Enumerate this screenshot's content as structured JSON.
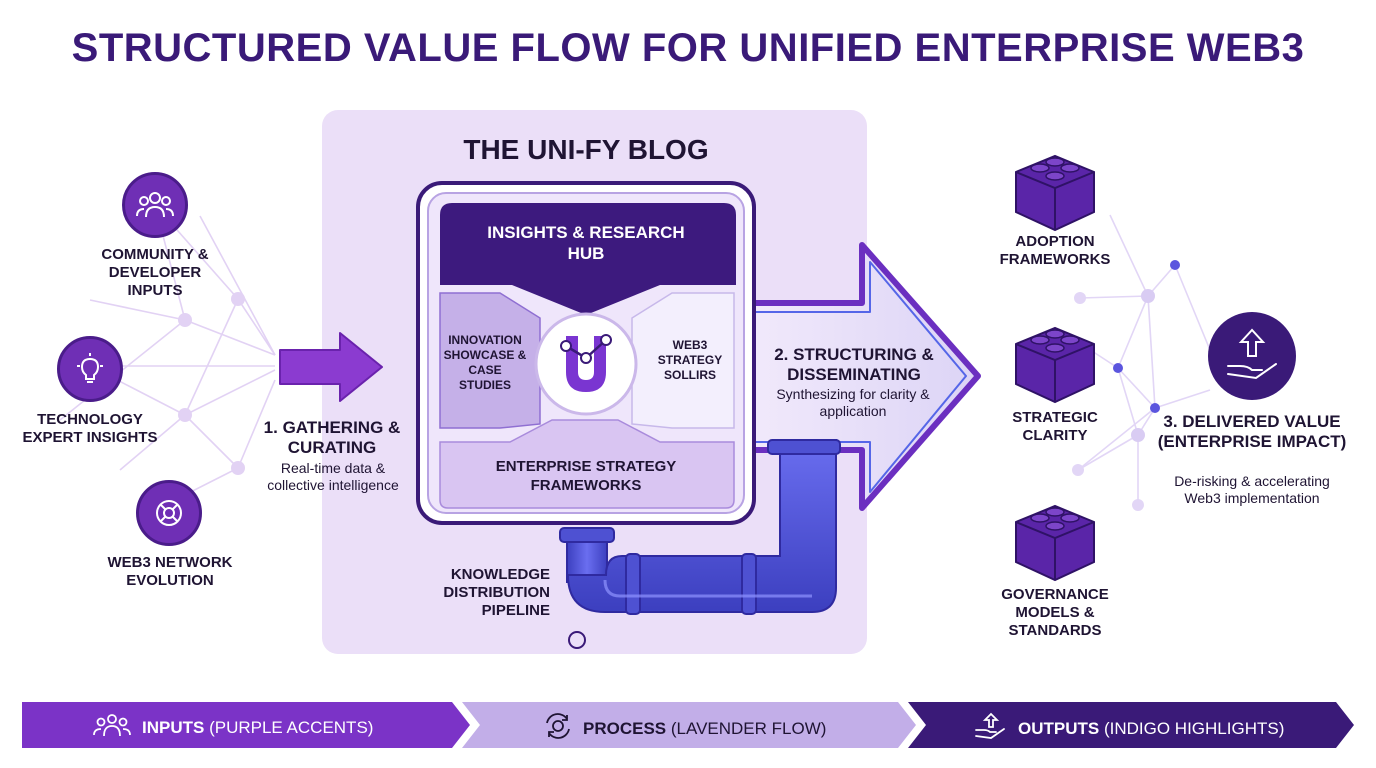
{
  "title": "STRUCTURED VALUE FLOW FOR UNIFIED ENTERPRISE WEB3",
  "inputs": [
    {
      "label": "COMMUNITY & DEVELOPER INPUTS",
      "icon": "people-icon"
    },
    {
      "label": "TECHNOLOGY EXPERT INSIGHTS",
      "icon": "lightbulb-icon"
    },
    {
      "label": "WEB3 NETWORK EVOLUTION",
      "icon": "network-icon"
    }
  ],
  "gathering": {
    "label": "1. GATHERING & CURATING",
    "sub": "Real-time data & collective intelligence"
  },
  "blog": {
    "title": "THE UNI-FY BLOG",
    "hub": "INSIGHTS & RESEARCH HUB",
    "left_tile": "INNOVATION SHOWCASE & CASE STUDIES",
    "right_tile": "WEB3 STRATEGY SOLLIRS",
    "bottom_tile": "ENTERPRISE STRATEGY FRAMEWORKS",
    "logo_icon": "unify-logo-icon"
  },
  "pipeline": {
    "label": "KNOWLEDGE DISTRIBUTION PIPELINE"
  },
  "structuring": {
    "label": "2. STRUCTURING & DISSEMINATING",
    "sub": "Synthesizing for clarity & application"
  },
  "outputs": [
    {
      "label": "ADOPTION FRAMEWORKS",
      "icon": "block-icon"
    },
    {
      "label": "STRATEGIC CLARITY",
      "icon": "block-icon"
    },
    {
      "label": "GOVERNANCE MODELS & STANDARDS",
      "icon": "block-icon"
    }
  ],
  "delivered": {
    "label": "3. DELIVERED VALUE (ENTERPRISE IMPACT)",
    "sub": "De-risking & accelerating Web3 implementation",
    "icon": "hand-growth-icon"
  },
  "bar": {
    "inputs": {
      "bold": "INPUTS",
      "rest": "(PURPLE ACCENTS)",
      "icon": "people-icon"
    },
    "process": {
      "bold": "PROCESS",
      "rest": "(LAVENDER FLOW)",
      "icon": "gear-cycle-icon"
    },
    "outputs": {
      "bold": "OUTPUTS",
      "rest": "(INDIGO HIGHLIGHTS)",
      "icon": "hand-growth-icon"
    }
  },
  "colors": {
    "purple": "#6f2fb5",
    "lavender": "#e9dcf8",
    "indigo": "#3a1a78",
    "blue": "#4f52d6"
  }
}
